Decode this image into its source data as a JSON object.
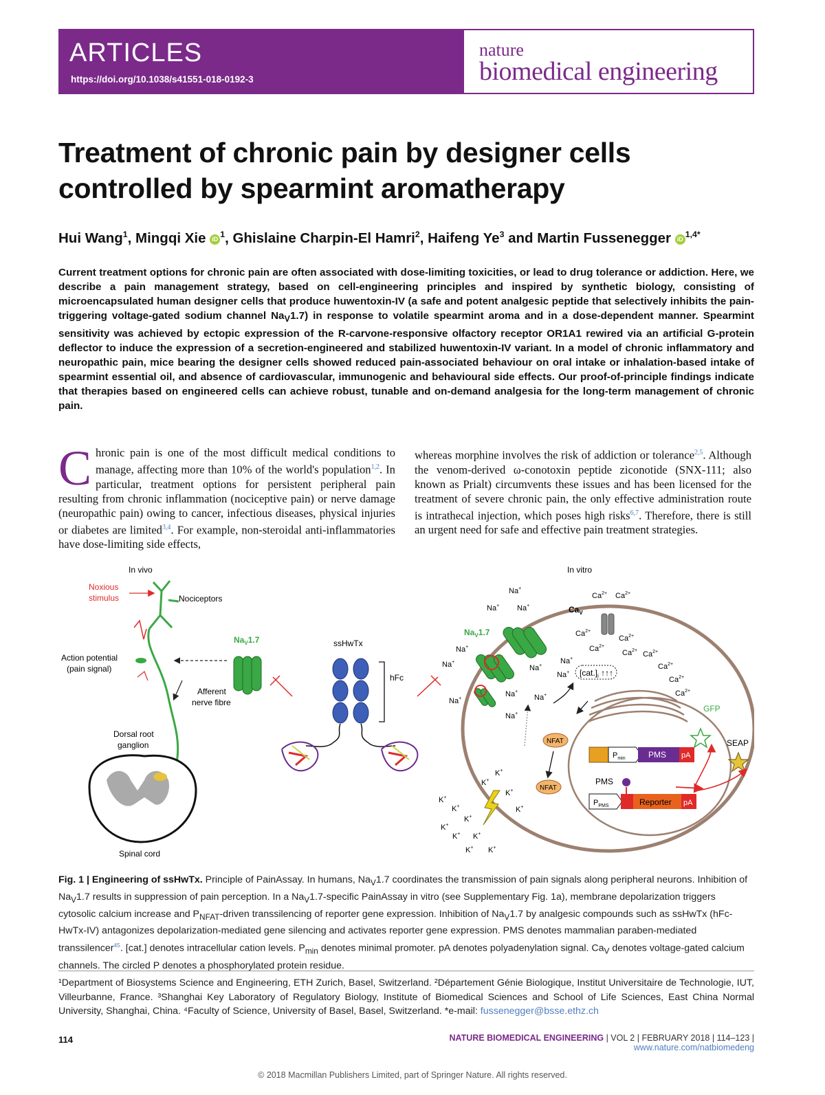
{
  "header": {
    "section": "ARTICLES",
    "doi": "https://doi.org/10.1038/s41551-018-0192-3",
    "journal_line1": "nature",
    "journal_line2": "biomedical engineering"
  },
  "title_line1": "Treatment of chronic pain by designer cells",
  "title_line2": "controlled by spearmint aromatherapy",
  "authors": {
    "a1": "Hui Wang",
    "a1_sup": "1",
    "a2": ", Mingqi Xie",
    "a2_sup": "1",
    "a3": ", Ghislaine Charpin-El Hamri",
    "a3_sup": "2",
    "a4": ", Haifeng Ye",
    "a4_sup": "3",
    "a5": " and Martin Fussenegger",
    "a5_sup": "1,4*",
    "orcid": "iD"
  },
  "abstract": {
    "p1": "Current treatment options for chronic pain are often associated with dose-limiting toxicities, or lead to drug tolerance or addiction. Here, we describe a pain management strategy, based on cell-engineering principles and inspired by synthetic biology, consisting of microencapsulated human designer cells that produce huwentoxin-IV (a safe and potent analgesic peptide that selectively inhibits the pain-triggering voltage-gated sodium channel Na",
    "sub": "V",
    "p2": "1.7) in response to volatile spearmint aroma and in a dose-dependent manner. Spearmint sensitivity was achieved by ectopic expression of the R-carvone-responsive olfactory receptor OR1A1 rewired via an artificial G-protein deflector to induce the expression of a secretion-engineered and stabilized huwentoxin-IV variant. In a model of chronic inflammatory and neuropathic pain, mice bearing the designer cells showed reduced pain-associated behaviour on oral intake or inhalation-based intake of spearmint essential oil, and absence of cardiovascular, immunogenic and behavioural side effects. Our proof-of-principle findings indicate that therapies based on engineered cells can achieve robust, tunable and on-demand analgesia for the long-term management of chronic pain."
  },
  "body": {
    "dropcap": "C",
    "c1a": "hronic pain is one of the most difficult medical conditions to manage, affecting more than 10% of the world's population",
    "c1_ref1": "1,2",
    "c1b": ". In particular, treatment options for persistent peripheral pain resulting from chronic inflammation (nociceptive pain) or nerve damage (neuropathic pain) owing to cancer, infectious diseases, physical injuries or diabetes are limited",
    "c1_ref2": "3,4",
    "c1c": ". For example, non-steroidal anti-inflammatories have dose-limiting side effects,",
    "c2a": "whereas morphine involves the risk of addiction or tolerance",
    "c2_ref1": "2,5",
    "c2b": ". Although the venom-derived ω-conotoxin peptide ziconotide (SNX-111; also known as Prialt) circumvents these issues and has been licensed for the treatment of severe chronic pain, the only effective administration route is intrathecal injection, which poses high risks",
    "c2_ref2": "6,7",
    "c2c": ". Therefore, there is still an urgent need for safe and effective pain treatment strategies."
  },
  "figure": {
    "in_vivo": "In vivo",
    "in_vitro": "In vitro",
    "noxious1": "Noxious",
    "noxious2": "stimulus",
    "nociceptors": "Nociceptors",
    "ap1": "Action potential",
    "ap2": "(pain signal)",
    "nav": "Na",
    "nav_sub": "V",
    "nav_num": "1.7",
    "afferent1": "Afferent",
    "afferent2": "nerve fibre",
    "drg1": "Dorsal root",
    "drg2": "ganglion",
    "spinal": "Spinal cord",
    "sshwtx": "ssHwTx",
    "hfc": "hFc",
    "na_ion": "Na",
    "k_ion": "K",
    "ca_ion": "Ca",
    "cav": "Ca",
    "cat": "[cat.]",
    "cat_sub": "i",
    "gfp": "GFP",
    "seap": "SEAP",
    "nfat": "NFAT",
    "pms": "PMS",
    "pa": "pA",
    "p_min": "P",
    "p_min_sub": "min",
    "p_pms": "P",
    "p_pms_sub": "PMS",
    "reporter": "Reporter",
    "colors": {
      "green": "#3aa845",
      "red": "#e02a2a",
      "blue": "#3d5fb8",
      "orange": "#e8621e",
      "purple": "#6a2c91",
      "membrane": "#9c8070"
    }
  },
  "caption": {
    "label": "Fig. 1 | Engineering of ssHwTx.",
    "t1": " Principle of PainAssay. In humans, Na",
    "t2": "1.7 coordinates the transmission of pain signals along peripheral neurons. Inhibition of Na",
    "t3": "1.7 results in suppression of pain perception. In a Na",
    "t4": "1.7-specific PainAssay in vitro (see Supplementary Fig. 1a), membrane depolarization triggers cytosolic calcium increase and P",
    "t4_sub": "NFAT",
    "t5": "-driven transsilencing of reporter gene expression. Inhibition of Na",
    "t6": "1.7 by analgesic compounds such as ssHwTx (hFc-HwTx-IV) antagonizes depolarization-mediated gene silencing and activates reporter gene expression. PMS denotes mammalian paraben-mediated transsilencer",
    "t6_ref": "45",
    "t7": ". [cat.] denotes intracellular cation levels. P",
    "t7_sub": "min",
    "t8": " denotes minimal promoter. pA denotes polyadenylation signal. Ca",
    "t9": " denotes voltage-gated calcium channels. The circled P denotes a phosphorylated protein residue.",
    "v": "V"
  },
  "affiliations": {
    "text": "¹Department of Biosystems Science and Engineering, ETH Zurich, Basel, Switzerland. ²Département Génie Biologique, Institut Universitaire de Technologie, IUT, Villeurbanne, France. ³Shanghai Key Laboratory of Regulatory Biology, Institute of Biomedical Sciences and School of Life Sciences, East China Normal University, Shanghai, China. ⁴Faculty of Science, University of Basel, Basel, Switzerland. *e-mail: ",
    "email": "fussenegger@bsse.ethz.ch"
  },
  "footer": {
    "page": "114",
    "journal": "NATURE BIOMEDICAL ENGINEERING",
    "issue": " | VOL 2 | FEBRUARY 2018 | 114–123 | ",
    "url": "www.nature.com/natbiomedeng",
    "copyright": "© 2018 Macmillan Publishers Limited, part of Springer Nature. All rights reserved."
  }
}
